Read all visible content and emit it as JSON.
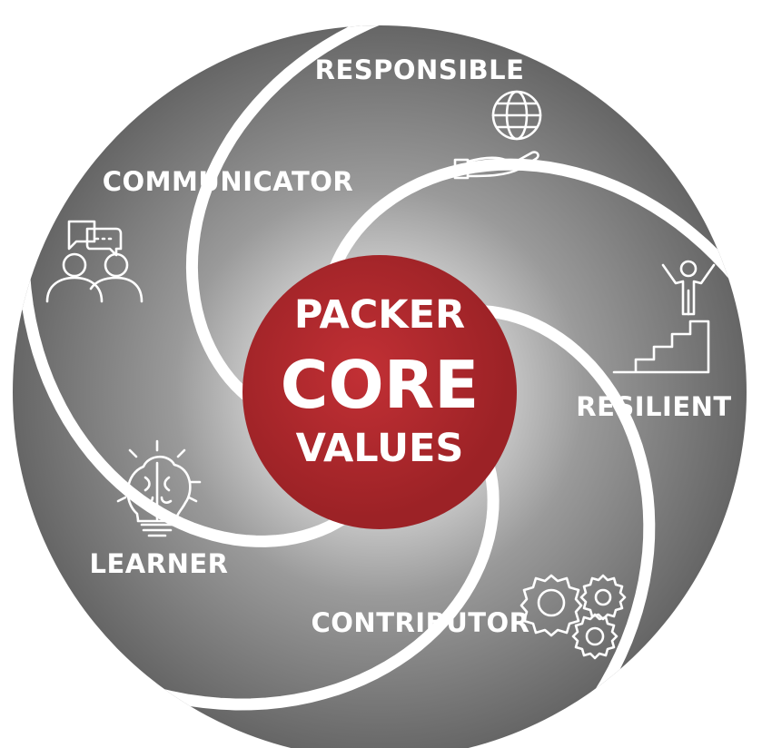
{
  "center": {
    "line1": "PACKER",
    "line2": "CORE",
    "line3": "VALUES"
  },
  "values": [
    {
      "label": "RESPONSIBLE",
      "icon": "globe-in-hand-icon"
    },
    {
      "label": "RESILIENT",
      "icon": "person-on-stairs-icon"
    },
    {
      "label": "CONTRIBUTOR",
      "icon": "gears-icon"
    },
    {
      "label": "LEARNER",
      "icon": "brain-lightbulb-icon"
    },
    {
      "label": "COMMUNICATOR",
      "icon": "people-chat-icon"
    }
  ],
  "colors": {
    "segment_light": "#c9c9c9",
    "segment_dark": "#6b6b6b",
    "center_red": "#b02a2e",
    "divider": "#ffffff"
  }
}
